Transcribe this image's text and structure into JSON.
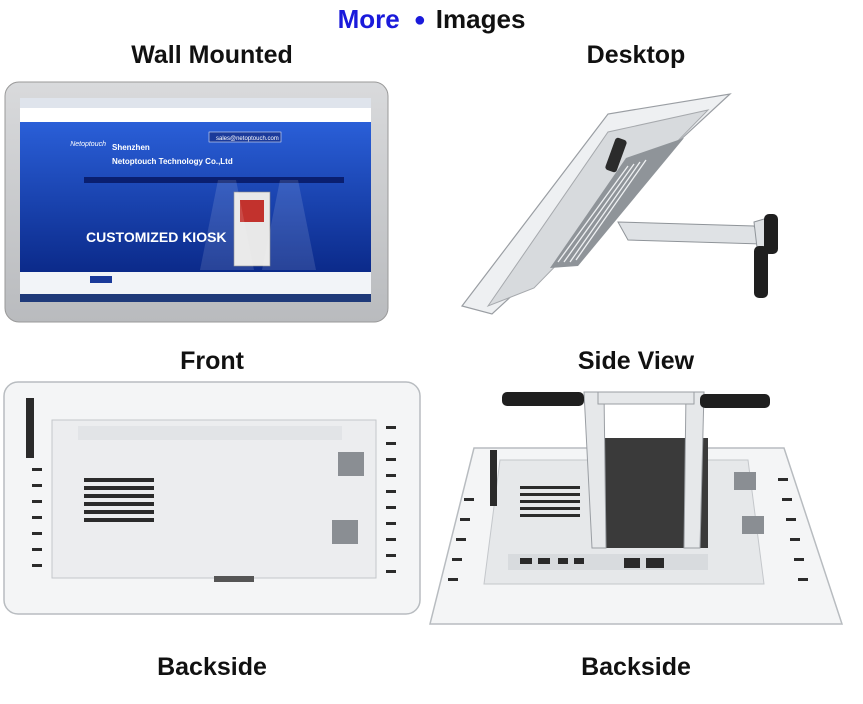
{
  "header": {
    "more": "More",
    "images": "Images"
  },
  "captions": {
    "wall_mounted": "Wall Mounted",
    "desktop": "Desktop",
    "front": "Front",
    "side_view": "Side View",
    "backside_left": "Backside",
    "backside_right": "Backside"
  },
  "screen": {
    "company_city": "Shenzhen",
    "company_name": "Netoptouch Technology Co.,Ltd",
    "email": "sales@netoptouch.com",
    "banner": "CUSTOMIZED KIOSK",
    "logo": "Netoptouch"
  }
}
